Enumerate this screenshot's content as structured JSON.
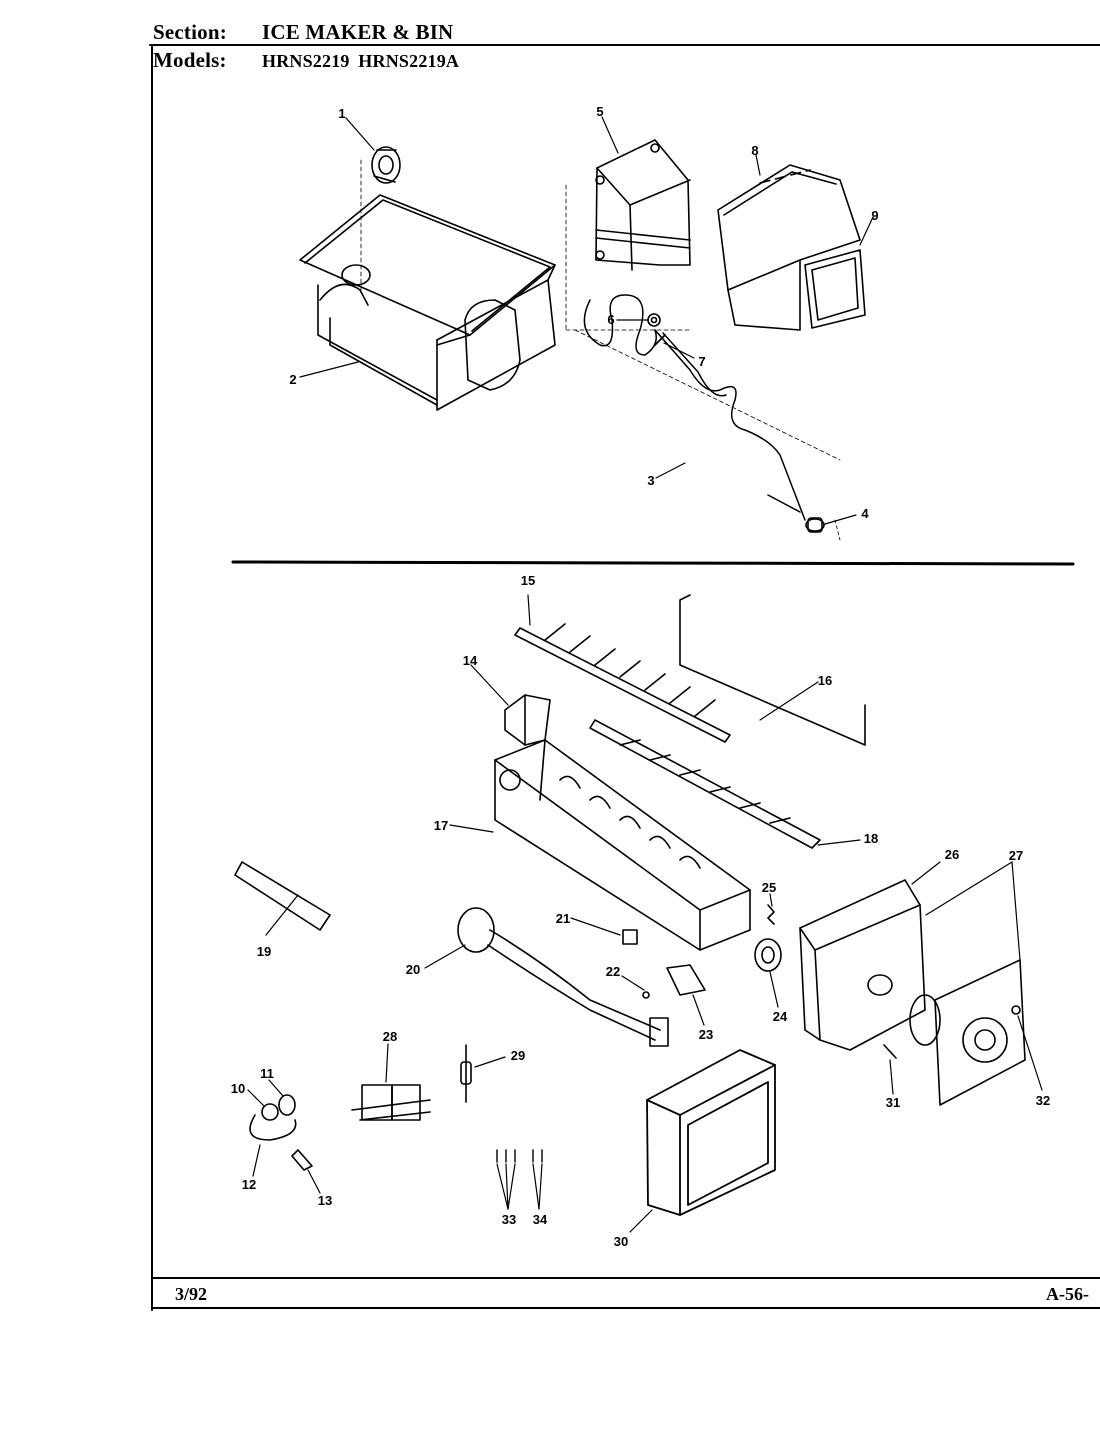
{
  "header": {
    "section_label": "Section:",
    "section_value": "ICE MAKER & BIN",
    "models_label": "Models:",
    "models_value": "HRNS2219  HRNS2219A"
  },
  "footer": {
    "date": "3/92",
    "page_code": "A-56-"
  },
  "callouts": [
    "1",
    "2",
    "3",
    "4",
    "5",
    "6",
    "7",
    "8",
    "9",
    "10",
    "11",
    "12",
    "13",
    "14",
    "15",
    "16",
    "17",
    "18",
    "19",
    "20",
    "21",
    "22",
    "23",
    "24",
    "25",
    "26",
    "27",
    "28",
    "29",
    "30",
    "31",
    "32",
    "33",
    "34"
  ]
}
